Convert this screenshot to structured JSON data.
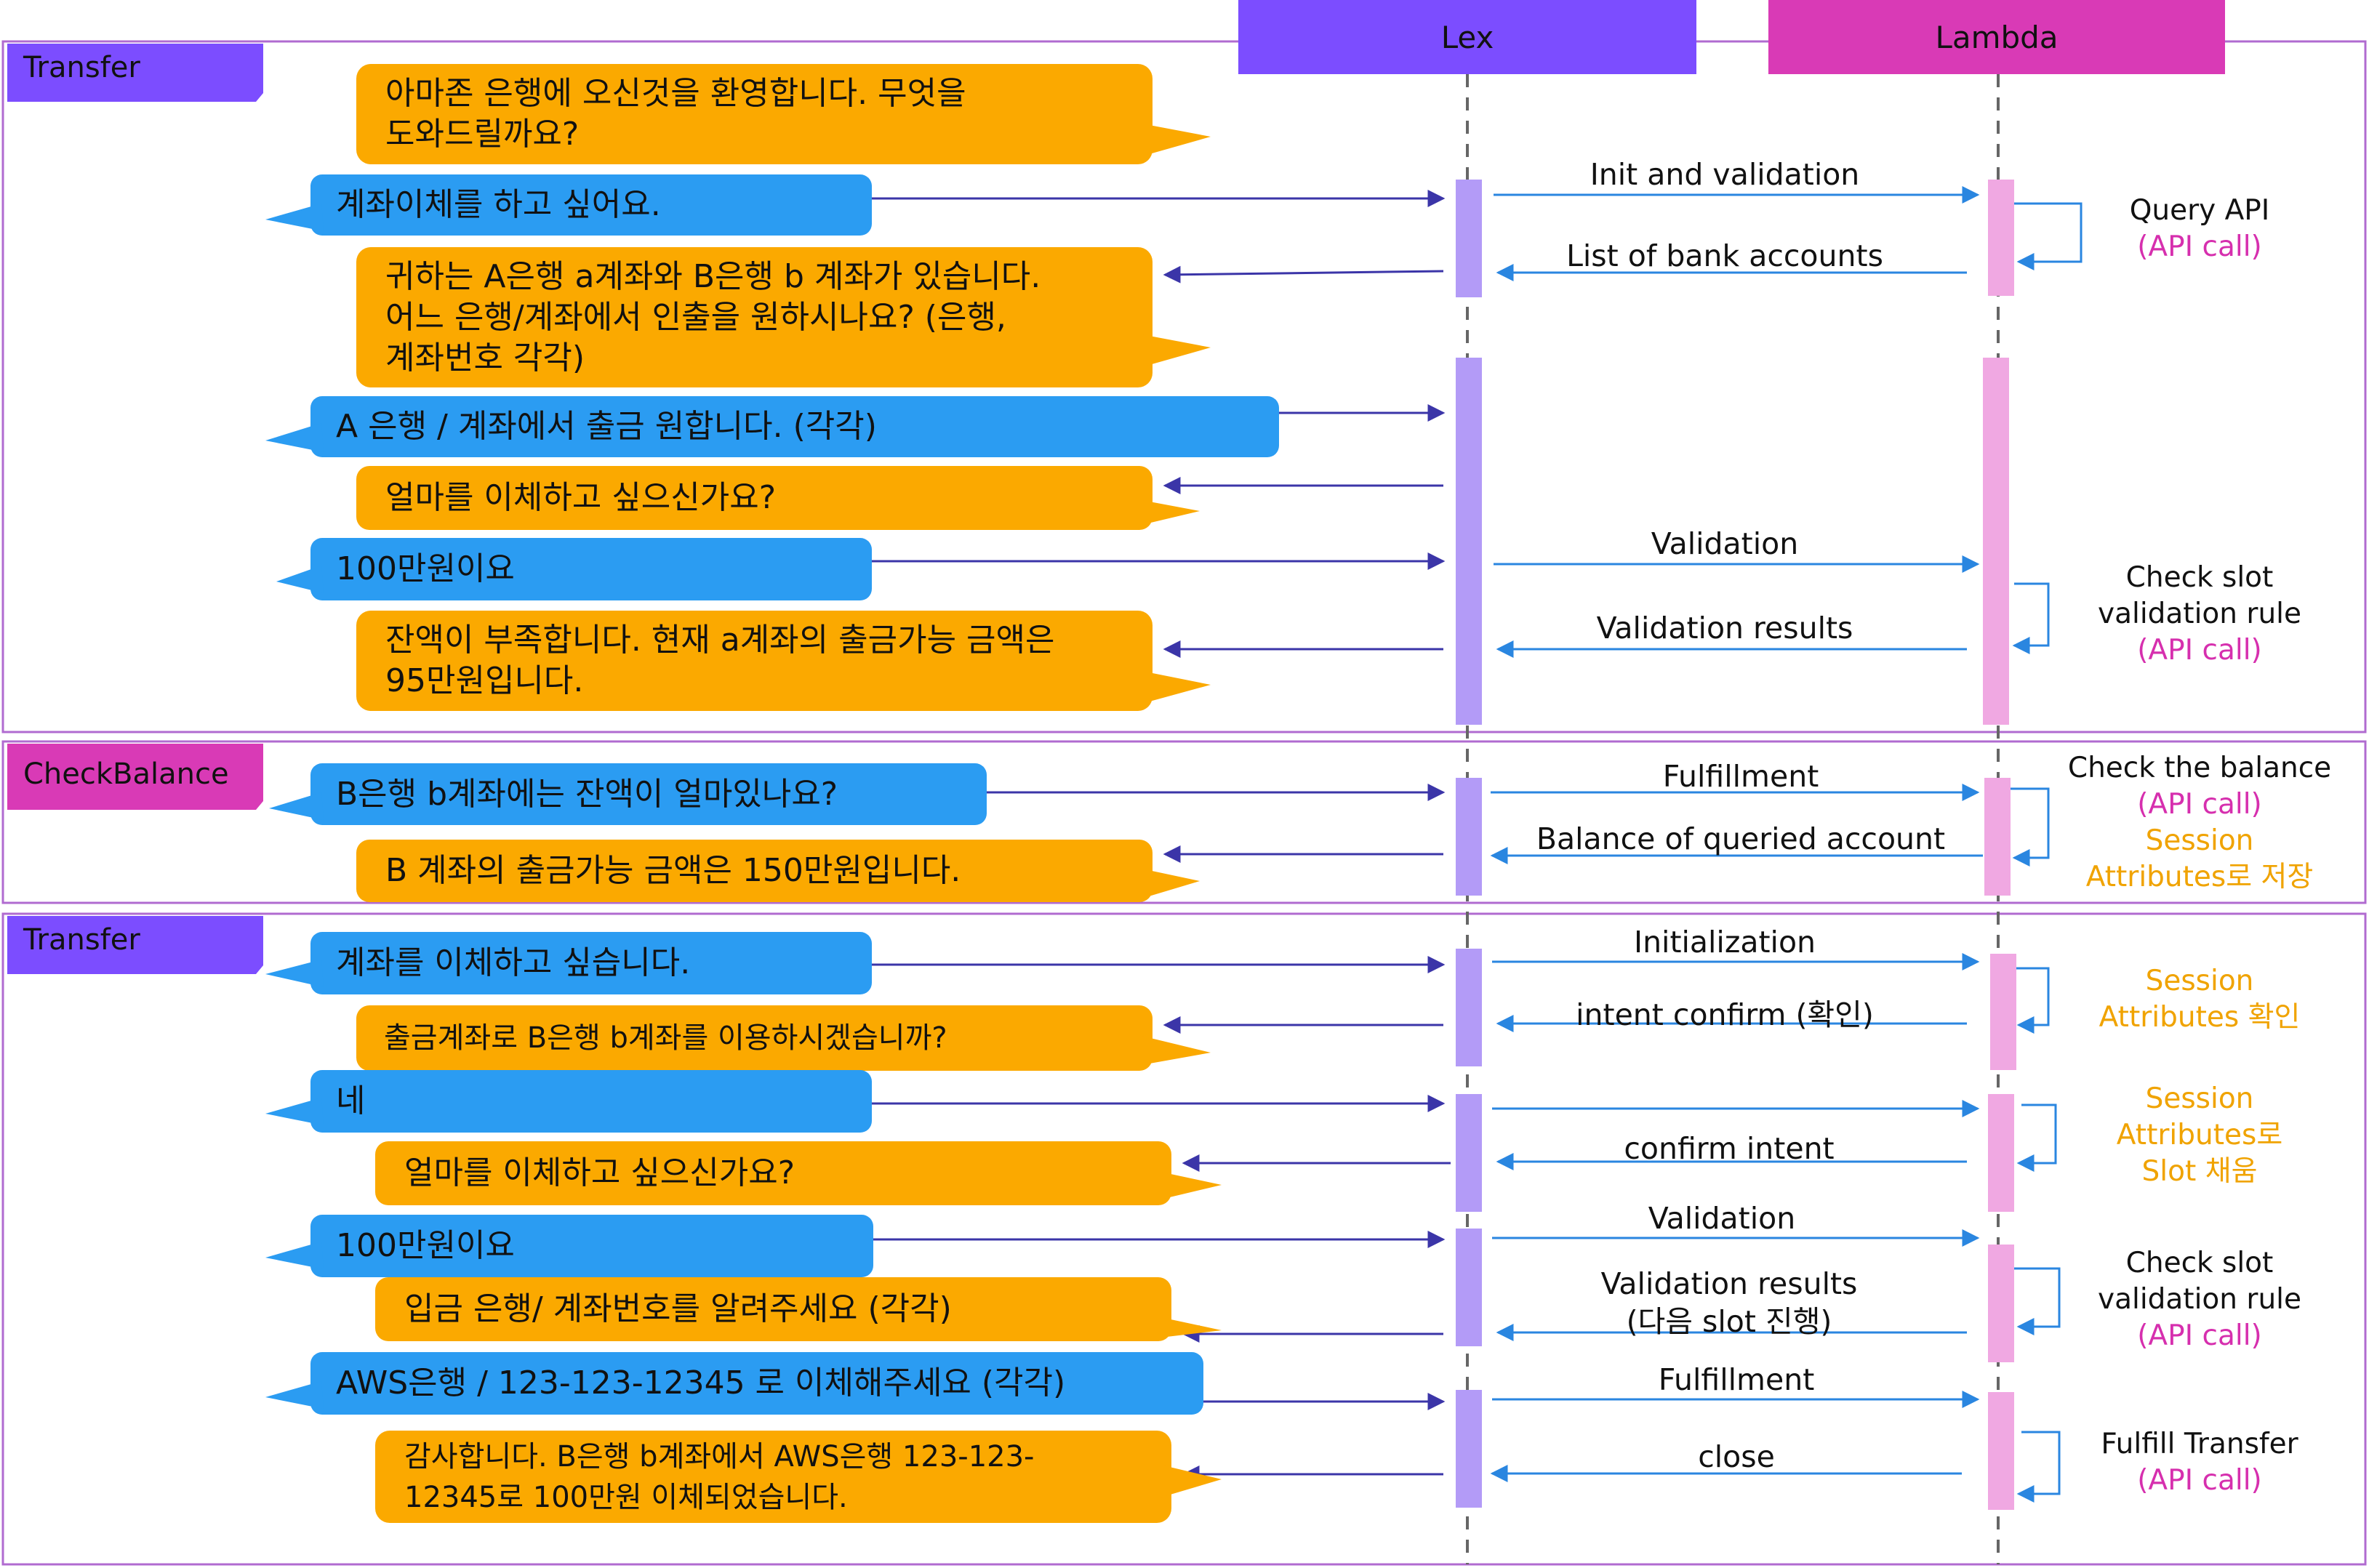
{
  "colors": {
    "lex": "#7c4dff",
    "lex_activation": "#b39bf7",
    "lambda": "#d93ab6",
    "lambda_activation": "#f0a8e2",
    "user_bubble": "#2b9cf2",
    "bot_bubble": "#fba900",
    "frame_border": "#b06bd0",
    "transfer_tag": "#7c4dff",
    "checkbalance_tag": "#d93ab6",
    "lex_arrow": "#2a86e0",
    "user_arrow": "#3b35a8",
    "api_text": "#d62fae",
    "session_text": "#f0a300"
  },
  "participants": {
    "lex": "Lex",
    "lambda": "Lambda"
  },
  "sections": [
    {
      "tag": "Transfer"
    },
    {
      "tag": "CheckBalance"
    },
    {
      "tag": "Transfer"
    }
  ],
  "bubbles": [
    "아마존 은행에 오신것을 환영합니다. 무엇을\n도와드릴까요?",
    "계좌이체를 하고 싶어요.",
    "귀하는 A은행 a계좌와 B은행 b 계좌가 있습니다.\n어느 은행/계좌에서 인출을 원하시나요? (은행,\n계좌번호 각각)",
    "A 은행 / 계좌에서 출금 원합니다. (각각)",
    "얼마를 이체하고 싶으신가요?",
    "100만원이요",
    "잔액이 부족합니다. 현재 a계좌의 출금가능 금액은\n95만원입니다.",
    "B은행 b계좌에는 잔액이 얼마있나요?",
    "B 계좌의 출금가능 금액은 150만원입니다.",
    "계좌를 이체하고 싶습니다.",
    "출금계좌로 B은행 b계좌를 이용하시겠습니까?",
    "네",
    "얼마를 이체하고 싶으신가요?",
    "100만원이요",
    "입금 은행/ 계좌번호를 알려주세요 (각각)",
    "AWS은행 / 123-123-12345 로 이체해주세요 (각각)",
    "감사합니다. B은행 b계좌에서 AWS은행 123-123-\n12345로 100만원 이체되었습니다."
  ],
  "messages": [
    "Init and validation",
    "List of bank accounts",
    "Validation",
    "Validation results",
    "Fulfillment",
    "Balance of queried account",
    "Initialization",
    "intent confirm (확인)",
    "confirm intent",
    "Validation",
    "Validation results\n(다음 slot 진행)",
    "Fulfillment",
    "close"
  ],
  "notes": [
    {
      "lines": [
        {
          "text": "Query API",
          "kind": "plain"
        },
        {
          "text": "(API call)",
          "kind": "api"
        }
      ]
    },
    {
      "lines": [
        {
          "text": "Check slot",
          "kind": "plain"
        },
        {
          "text": "validation rule",
          "kind": "plain"
        },
        {
          "text": "(API call)",
          "kind": "api"
        }
      ]
    },
    {
      "lines": [
        {
          "text": "Check the balance",
          "kind": "plain"
        },
        {
          "text": "(API call)",
          "kind": "api"
        },
        {
          "text": "Session",
          "kind": "session"
        },
        {
          "text": "Attributes로 저장",
          "kind": "session"
        }
      ]
    },
    {
      "lines": [
        {
          "text": "Session",
          "kind": "session"
        },
        {
          "text": "Attributes 확인",
          "kind": "session"
        }
      ]
    },
    {
      "lines": [
        {
          "text": "Session",
          "kind": "session"
        },
        {
          "text": "Attributes로",
          "kind": "session"
        },
        {
          "text": "Slot 채움",
          "kind": "session"
        }
      ]
    },
    {
      "lines": [
        {
          "text": "Check slot",
          "kind": "plain"
        },
        {
          "text": "validation rule",
          "kind": "plain"
        },
        {
          "text": "(API call)",
          "kind": "api"
        }
      ]
    },
    {
      "lines": [
        {
          "text": "Fulfill Transfer",
          "kind": "plain"
        },
        {
          "text": "(API call)",
          "kind": "api"
        }
      ]
    }
  ]
}
